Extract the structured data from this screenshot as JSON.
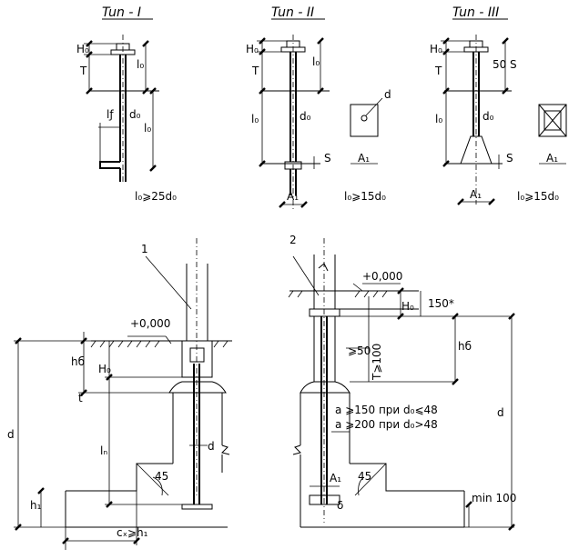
{
  "titles": {
    "type1": "Tun - I",
    "type2": "Tun - II",
    "type3": "Tun - III"
  },
  "formulas": {
    "type1": "l₀⩾25d₀",
    "type2": "l₀⩾15d₀",
    "type3": "l₀⩾15d₀"
  },
  "dims": {
    "H0": "H₀",
    "T": "T",
    "l0": "l₀",
    "d0": "d₀",
    "lf": "lƒ",
    "S": "S",
    "A1": "A₁",
    "d": "d",
    "fifty": "50",
    "h6": "hб",
    "t": "t",
    "ln": "lₙ",
    "h1": "h₁",
    "cx": "cₓ⩾h₁",
    "angle": "45",
    "level": "+0,000",
    "level2": "+0,000",
    "ge50": "⩾50",
    "T100": "T⩾100",
    "hb": "hб",
    "dd": "d",
    "l150": "150*",
    "a150": "a ⩾150 при d₀⩽48",
    "a200": "a ⩾200 при d₀>48",
    "delta": "δ",
    "min100": "min 100",
    "one": "1",
    "two": "2",
    "A1b": "A₁",
    "d2": "d",
    "A1c": "A₁"
  }
}
